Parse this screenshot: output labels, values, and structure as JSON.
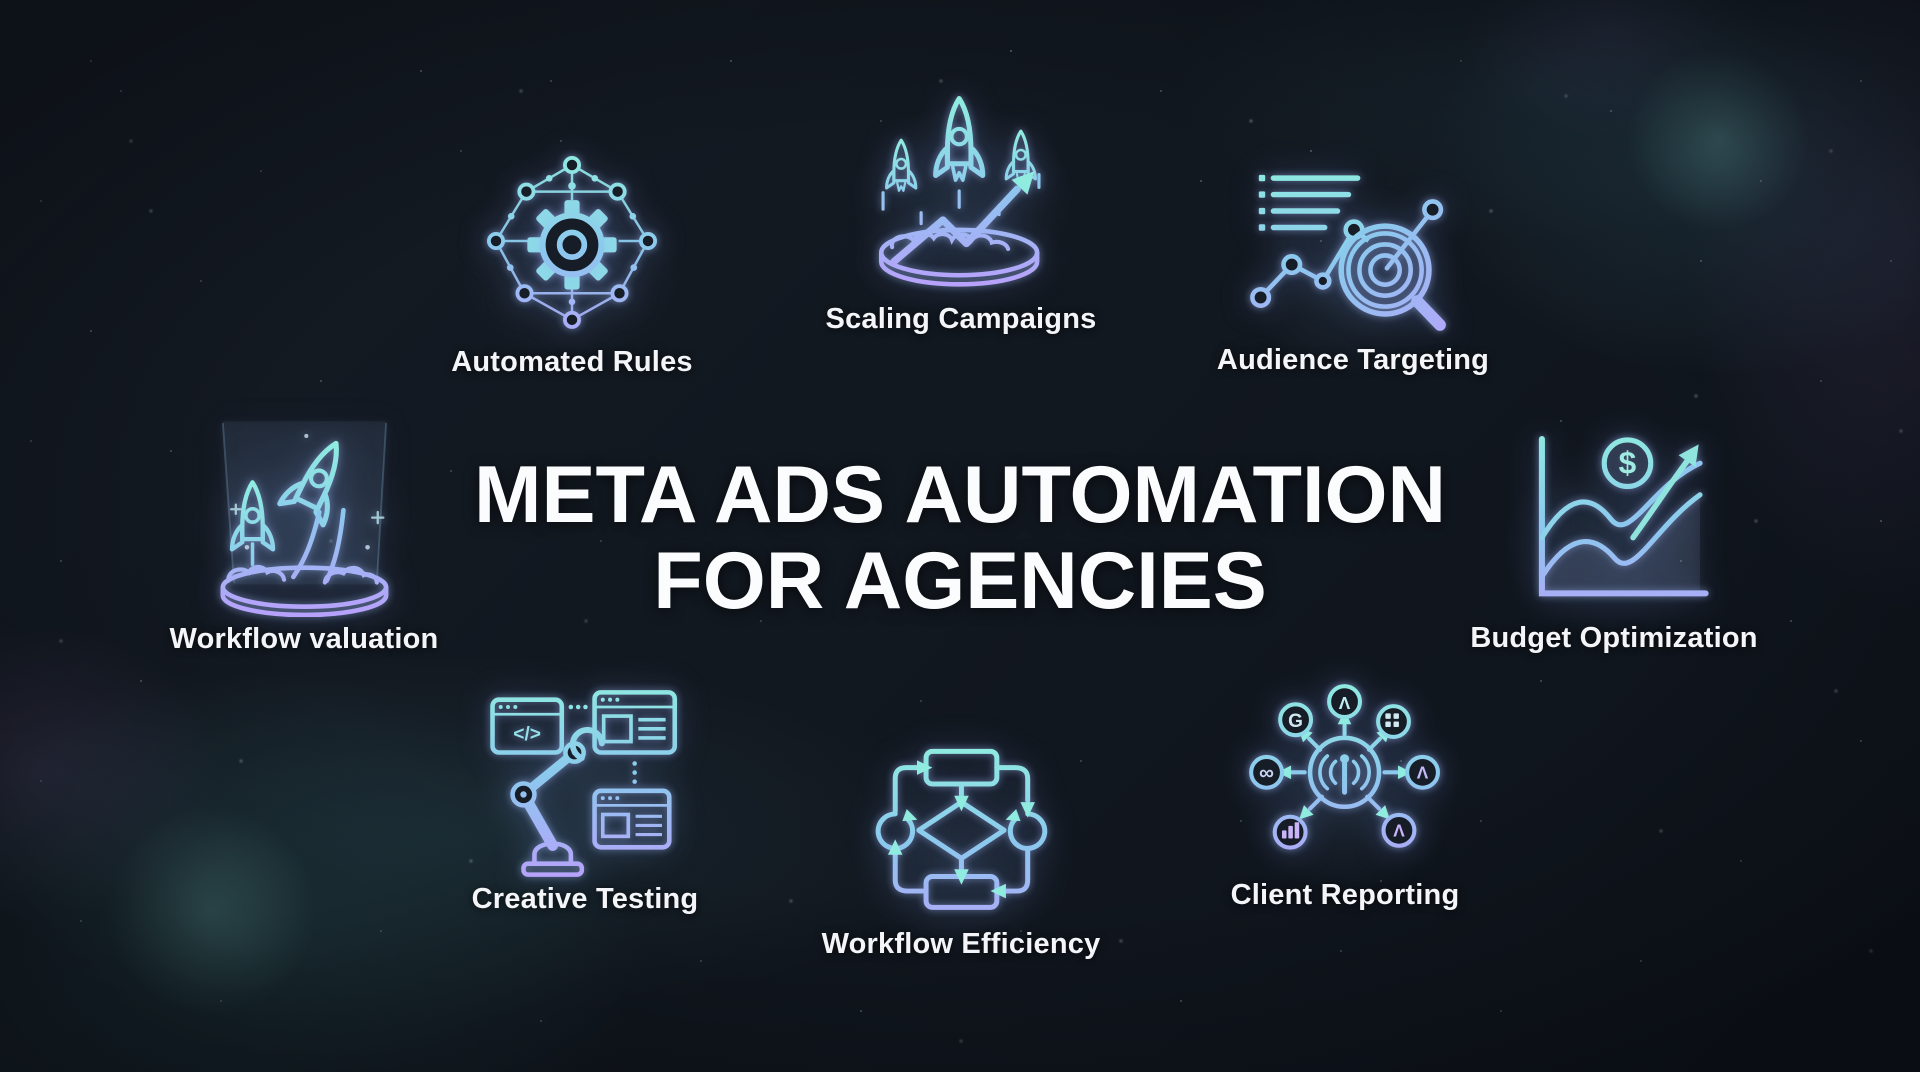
{
  "title": {
    "line1": "META ADS AUTOMATION",
    "line2": "FOR AGENCIES"
  },
  "features": [
    {
      "label": "Automated Rules",
      "icon": "network-gear-icon"
    },
    {
      "label": "Scaling Campaigns",
      "icon": "rockets-launch-icon"
    },
    {
      "label": "Audience Targeting",
      "icon": "target-magnifier-chart-icon"
    },
    {
      "label": "Workflow valuation",
      "icon": "rockets-platform-hologram-icon"
    },
    {
      "label": "Budget Optimization",
      "icon": "growth-chart-dollar-icon"
    },
    {
      "label": "Creative Testing",
      "icon": "robot-arm-browsers-icon"
    },
    {
      "label": "Workflow Efficiency",
      "icon": "flowchart-loop-icon"
    },
    {
      "label": "Client Reporting",
      "icon": "broadcast-integrations-icon"
    }
  ],
  "glyphs": {
    "dollar": "$",
    "code": "</>",
    "google": "G",
    "meta_infinity": "∞",
    "logo_top": "Λ",
    "logo_right": "Λ",
    "logo_bottom_right": "Λ"
  },
  "colors": {
    "accent_teal": "#8FECDF",
    "accent_blue": "#8CC8EE",
    "accent_purple": "#B7A2FB",
    "background": "#121820",
    "text": "#F3F5F8"
  }
}
